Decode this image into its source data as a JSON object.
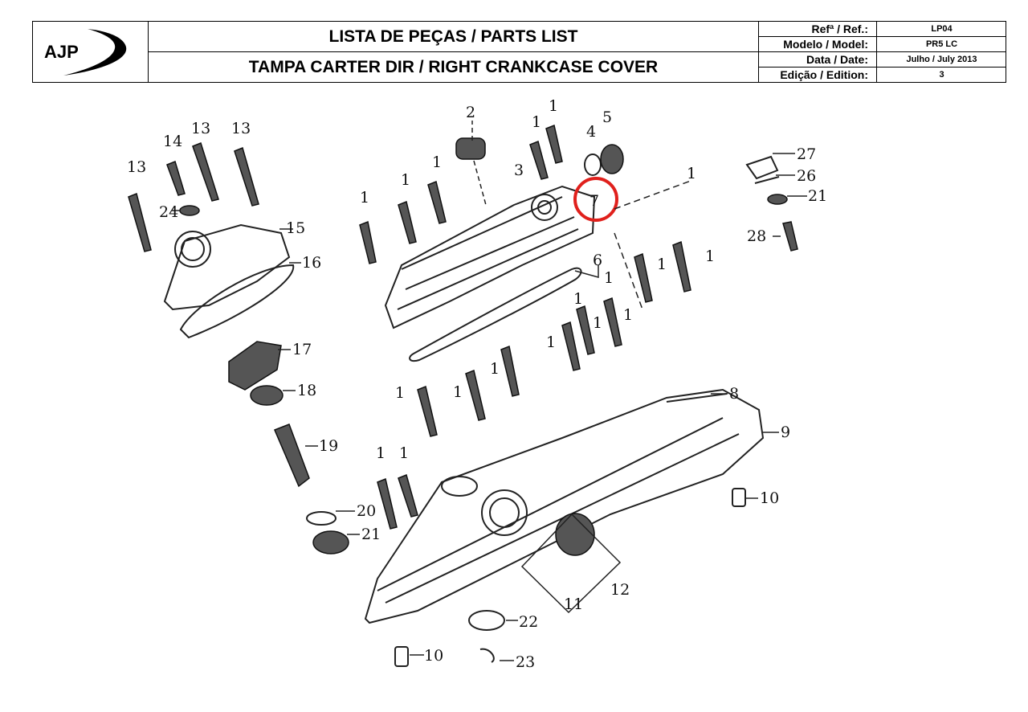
{
  "header": {
    "logo_text": "AJP",
    "title_line_1": "LISTA DE PEÇAS / PARTS LIST",
    "title_line_2": "TAMPA CARTER DIR / RIGHT CRANKCASE COVER",
    "meta": [
      {
        "label": "Refª / Ref.:",
        "value": "LP04"
      },
      {
        "label": "Modelo / Model:",
        "value": "PR5 LC"
      },
      {
        "label": "Data / Date:",
        "value": "Julho / July 2013"
      },
      {
        "label": "Edição / Edition:",
        "value": "3"
      }
    ]
  },
  "diagram": {
    "highlight_color": "#e0201c",
    "callouts": {
      "c1a": "1",
      "c1b": "1",
      "c1c": "1",
      "c1d": "1",
      "c1e": "1",
      "c1f": "1",
      "c1g": "1",
      "c1h": "1",
      "c1i": "1",
      "c1j": "1",
      "c1k": "1",
      "c1l": "1",
      "c1m": "1",
      "c1n": "1",
      "c1o": "1",
      "c1p": "1",
      "c1q": "1",
      "c1r": "1",
      "c2": "2",
      "c3": "3",
      "c4": "4",
      "c5": "5",
      "c6": "6",
      "c7": "7",
      "c8": "8",
      "c9": "9",
      "c10a": "10",
      "c10b": "10",
      "c11": "11",
      "c12": "12",
      "c13a": "13",
      "c13b": "13",
      "c13c": "13",
      "c14": "14",
      "c15": "15",
      "c16": "16",
      "c17": "17",
      "c18": "18",
      "c19": "19",
      "c20": "20",
      "c21a": "21",
      "c21b": "21",
      "c22": "22",
      "c23": "23",
      "c24": "24",
      "c26": "26",
      "c27": "27",
      "c28": "28"
    }
  }
}
